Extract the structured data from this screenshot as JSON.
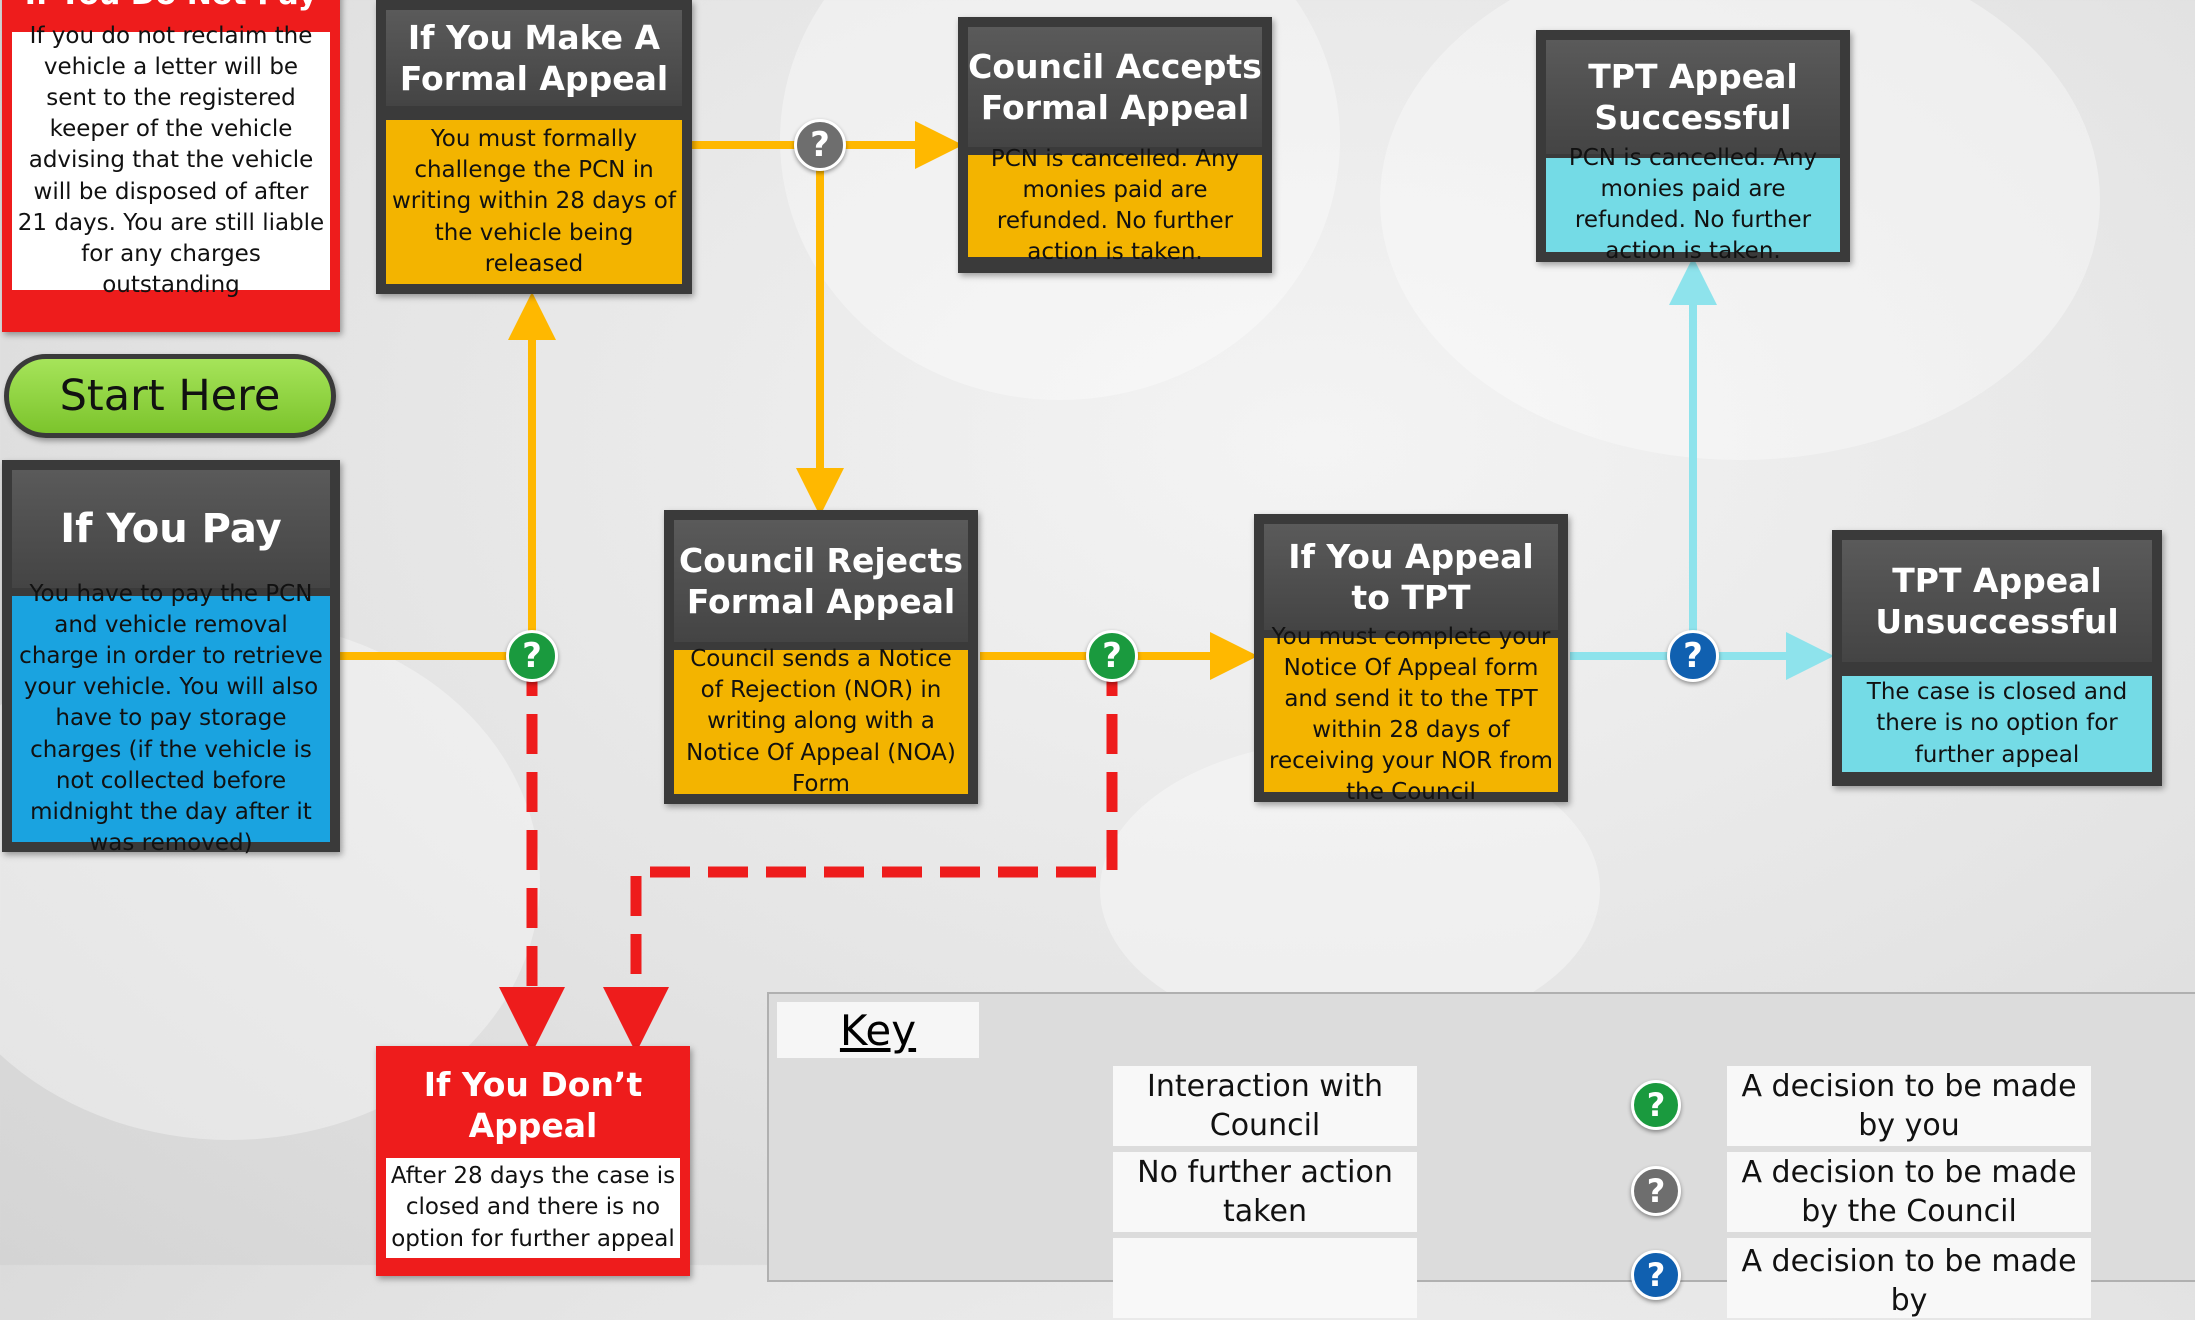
{
  "boxes": {
    "not_pay": {
      "title": "If You Do Not Pay",
      "text": "If you do not reclaim the vehicle a letter will be sent to the registered keeper of the vehicle advising that the vehicle will be disposed of after 21 days. You are still liable for any charges outstanding"
    },
    "start": {
      "label": "Start Here"
    },
    "pay": {
      "title": "If You Pay",
      "text": "You have to pay the PCN and vehicle removal charge in order to retrieve your vehicle. You will also have to pay storage charges (if the vehicle is not collected before midnight the day after it was removed)"
    },
    "formal_appeal": {
      "title": "If You Make A Formal Appeal",
      "text": "You must formally challenge the PCN in writing within 28 days of the vehicle being released"
    },
    "council_accepts": {
      "title": "Council Accepts Formal Appeal",
      "text": "PCN is cancelled. Any monies paid are refunded. No further action is taken."
    },
    "council_rejects": {
      "title": "Council Rejects Formal Appeal",
      "text": "Council sends a Notice of Rejection (NOR) in writing along with a Notice Of Appeal (NOA) Form"
    },
    "appeal_tpt": {
      "title": "If You Appeal to TPT",
      "text": "You must complete your Notice Of Appeal form and send it to the TPT within 28 days of receiving your NOR from the Council"
    },
    "tpt_success": {
      "title": "TPT Appeal Successful",
      "text": "PCN is cancelled. Any monies paid are refunded. No further action is taken."
    },
    "tpt_unsuccess": {
      "title": "TPT Appeal Unsuccessful",
      "text": "The case is closed and there is no option for further appeal"
    },
    "dont_appeal": {
      "title": "If You Don’t Appeal",
      "text": "After 28 days the case is closed and there is no option for further appeal"
    }
  },
  "decision_symbol": "?",
  "colors": {
    "council": "#FFB800",
    "no_action": "#EE1C1C",
    "tpt": "#8EE3EC",
    "decision_you": "#1A9A3E",
    "decision_council": "#6E6E6E",
    "decision_tpt": "#1060B0"
  },
  "key": {
    "title": "Key",
    "items": [
      {
        "label": "Interaction with Council"
      },
      {
        "label": "No further action taken"
      },
      {
        "label": ""
      }
    ],
    "decisions": [
      {
        "label": "A decision to be made by you"
      },
      {
        "label": "A decision to be made by the Council"
      },
      {
        "label": "A decision to be made by"
      }
    ]
  }
}
